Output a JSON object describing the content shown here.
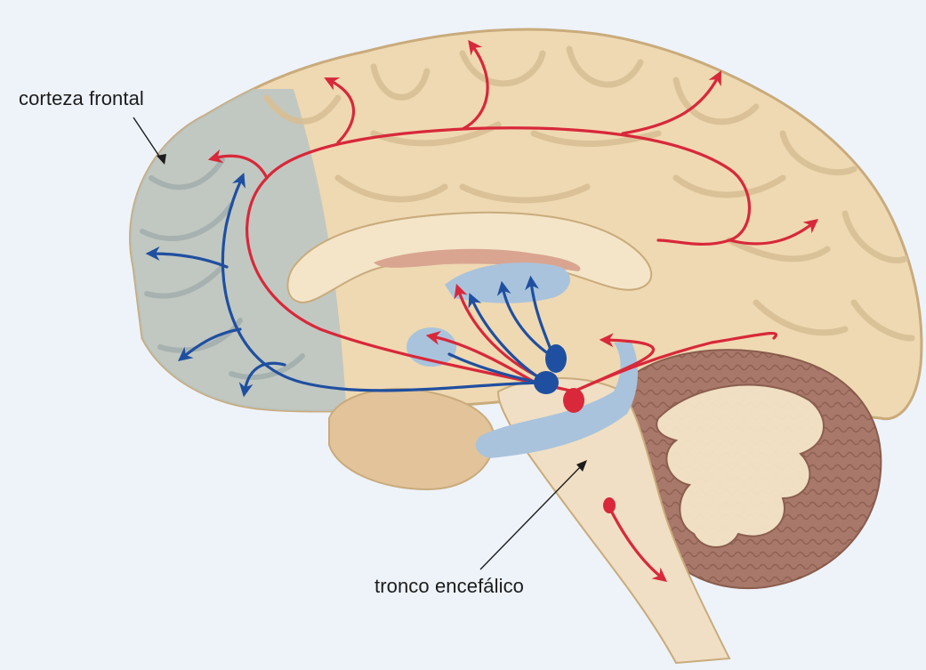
{
  "labels": {
    "frontal_cortex": "corteza frontal",
    "brainstem": "tronco encefálico"
  },
  "colors": {
    "background": "#eef3fa",
    "cortex": "#efd9b2",
    "cortex_outline": "#c9ab7c",
    "frontal_region": "#b9c4c3",
    "cerebellum": "#9b6d5b",
    "brainstem": "#f0dfc4",
    "blue_region": "#a9c3dc",
    "red_pathway": "#d8283a",
    "blue_pathway": "#1f4fa0"
  },
  "pathways": {
    "red": "red-pathway",
    "blue": "blue-pathway"
  },
  "nuclei": [
    {
      "name": "red-nucleus",
      "color": "#d8283a"
    },
    {
      "name": "blue-nucleus-upper",
      "color": "#1f4fa0"
    },
    {
      "name": "blue-nucleus-lower",
      "color": "#1f4fa0"
    },
    {
      "name": "red-nucleus-lower",
      "color": "#d8283a"
    }
  ]
}
